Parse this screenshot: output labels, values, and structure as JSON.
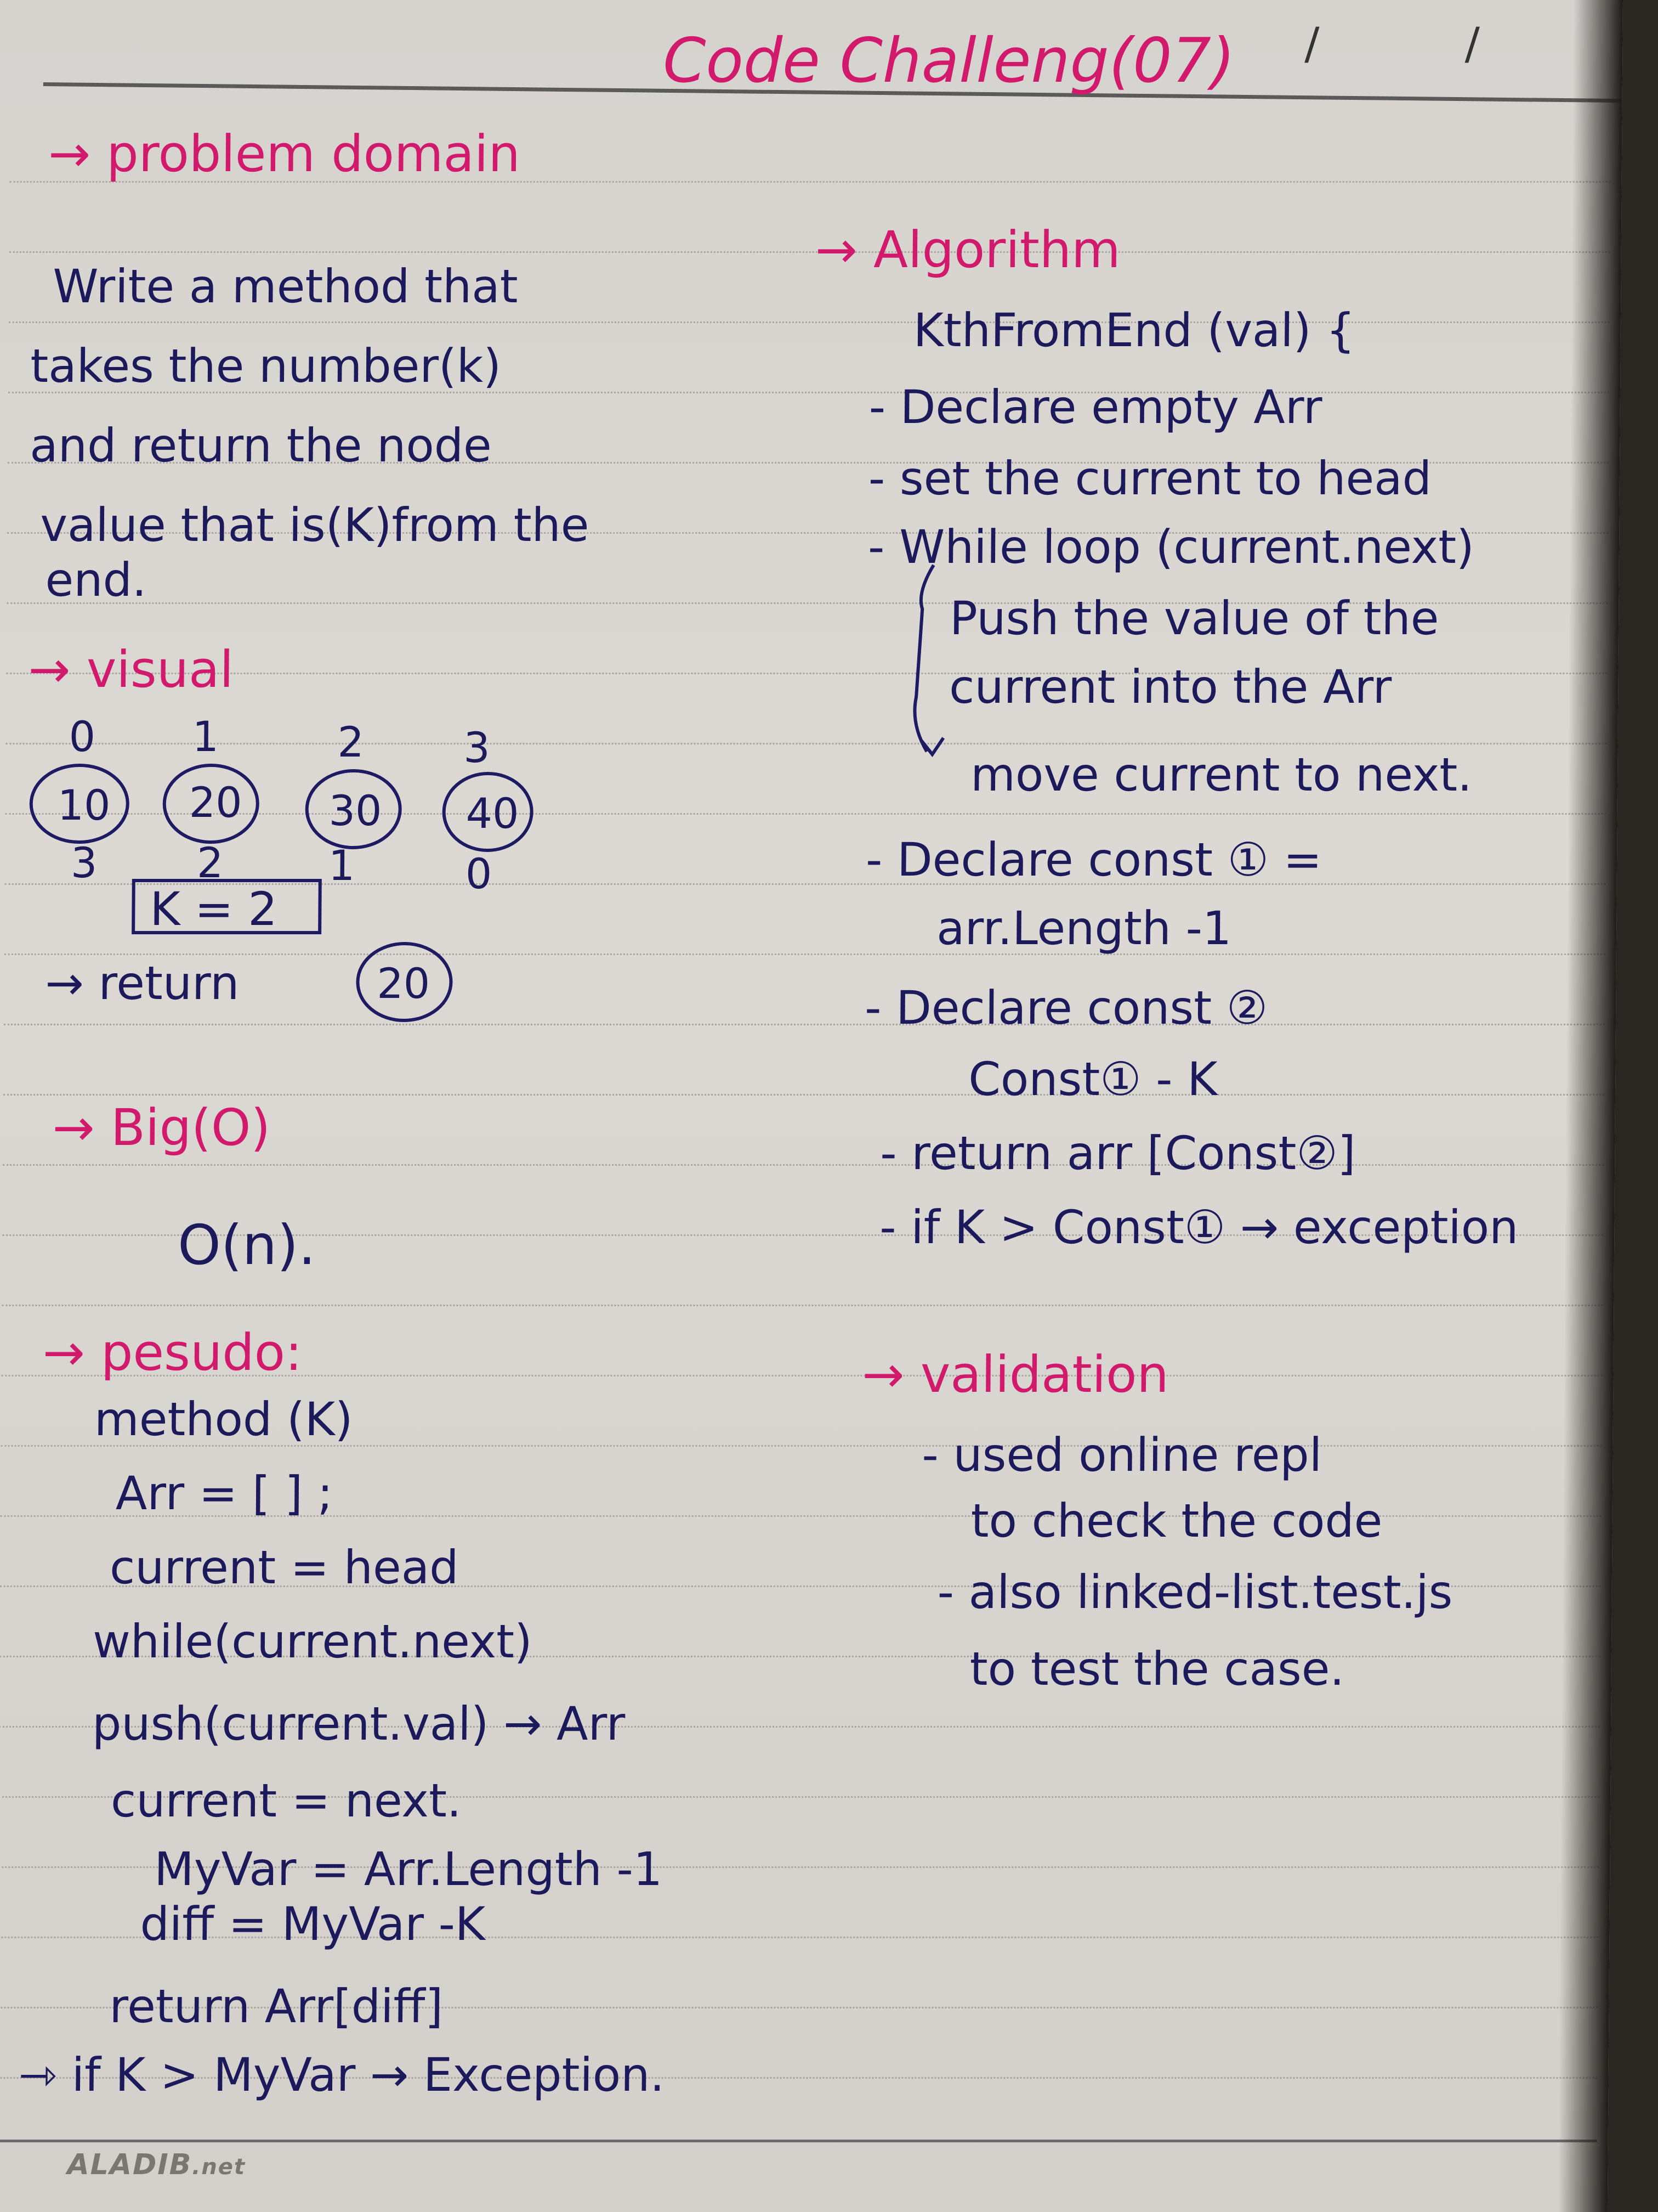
{
  "title": "Code Challeng(07)",
  "date_marks": "/ /",
  "sections": {
    "problem_domain": {
      "heading": "problem domain",
      "lines": [
        "Write a method that",
        "takes the number(k)",
        "and return the node",
        "value that is(K)from the",
        "end."
      ]
    },
    "visual": {
      "heading": "visual",
      "top_indices": [
        "0",
        "1",
        "2",
        "3"
      ],
      "nodes": [
        "10",
        "20",
        "30",
        "40"
      ],
      "bottom_indices": [
        "3",
        "2",
        "1",
        "0"
      ],
      "k_box": "K = 2",
      "return_label": "return",
      "return_value": "20"
    },
    "big_o": {
      "heading": "Big(O)",
      "value": "O(n)."
    },
    "pseudo": {
      "heading": "pesudo:",
      "lines": [
        "method (K)",
        "Arr = [ ] ;",
        "current = head",
        "while(current.next)",
        "push(current.val) → Arr",
        "current = next.",
        "MyVar = Arr.Length -1",
        "diff = MyVar -K",
        "return Arr[diff]",
        "if K > MyVar → Exception."
      ]
    },
    "algorithm": {
      "heading": "Algorithm",
      "signature": "KthFromEnd (val) {",
      "steps": [
        "- Declare empty Arr",
        "- set the current to head",
        "- While loop (current.next)",
        "Push the value of the",
        "current into the Arr",
        "move current to next.",
        "- Declare const ① =",
        "arr.Length -1",
        "- Declare const ②",
        "Const① - K",
        "- return arr [Const②]",
        "- if K > Const① → exception"
      ]
    },
    "validation": {
      "heading": "validation",
      "lines": [
        "- used online repl",
        "to check the code",
        "- also linked-list.test.js",
        "to test the case."
      ]
    }
  },
  "footer": {
    "brand": "ALADIB",
    "suffix": ".net"
  },
  "colors": {
    "pink_ink": "#d11a6b",
    "blue_ink": "#1e1b63",
    "paper": "#d8d5d0"
  }
}
